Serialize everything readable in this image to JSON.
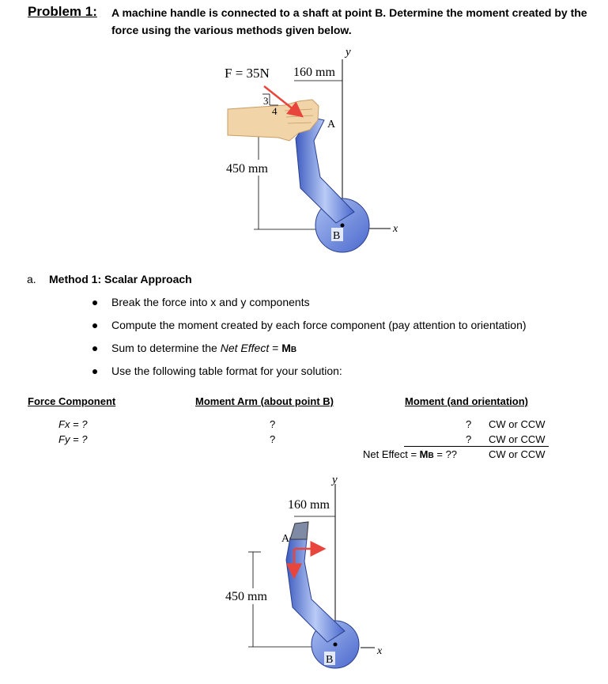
{
  "problem": {
    "label": "Problem 1:",
    "line1": "A machine handle is connected to a shaft at point B. Determine the moment created by the",
    "line2": "force using the various methods given below."
  },
  "figure1": {
    "force_label": "F = 35N",
    "dim_160": "160 mm",
    "dim_450": "450 mm",
    "slope_3": "3",
    "slope_4": "4",
    "point_a": "A",
    "point_b": "B",
    "axis_x": "x",
    "axis_y": "y"
  },
  "method": {
    "prefix": "a.",
    "title": "Method 1: Scalar Approach",
    "bullets": [
      "Break the force into x and y components",
      "Compute the moment created by each force component (pay attention to orientation)",
      "Sum to determine the Net Effect = M",
      "Use the following table format for your solution:"
    ],
    "bullet3_pre": "Sum to determine the ",
    "bullet3_italic": "Net Effect",
    "bullet3_eq": " = ",
    "bullet3_m": "M",
    "bullet3_sub": "B"
  },
  "table": {
    "headers": [
      "Force Component",
      "Moment Arm (about point B)",
      "Moment (and orientation)"
    ],
    "rows": [
      {
        "component": "Fx = ?",
        "arm": "?",
        "moment": "?",
        "orientation": "CW or CCW"
      },
      {
        "component": "Fy = ?",
        "arm": "?",
        "moment": "?",
        "orientation": "CW or CCW"
      }
    ],
    "net_label": "Net Effect = ",
    "net_m": "M",
    "net_sub": "B",
    "net_value": " = ??",
    "net_orientation": "CW or CCW"
  },
  "figure2": {
    "dim_160": "160 mm",
    "dim_450": "450 mm",
    "point_a": "A",
    "point_b": "B",
    "axis_x": "x",
    "axis_y": "y"
  },
  "colors": {
    "handle_blue": "#6f8fe0",
    "force_red": "#e8463c",
    "divider": "#9a9a9a"
  }
}
